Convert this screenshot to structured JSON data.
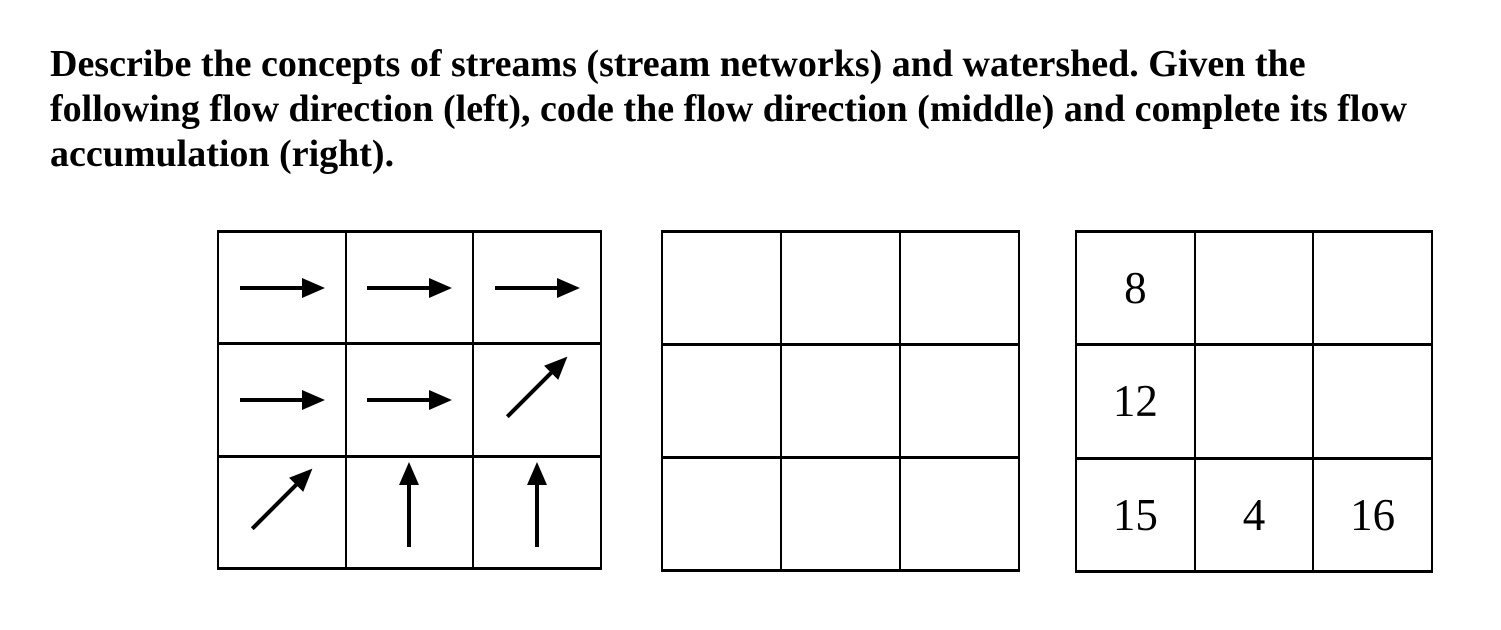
{
  "question": {
    "lines": [
      "Describe the concepts of streams (stream networks) and watershed. Given the",
      "following flow direction (left), code the flow direction (middle) and complete its flow",
      "accumulation (right)."
    ]
  },
  "colors": {
    "ink": "#000000",
    "background": "#ffffff"
  },
  "grids": [
    {
      "key": "flow_direction",
      "rows": 3,
      "cols": 3,
      "cells": [
        {
          "arrow": "right"
        },
        {
          "arrow": "right"
        },
        {
          "arrow": "right"
        },
        {
          "arrow": "right"
        },
        {
          "arrow": "right"
        },
        {
          "arrow": "up-right"
        },
        {
          "arrow": "up-right"
        },
        {
          "arrow": "up"
        },
        {
          "arrow": "up"
        }
      ]
    },
    {
      "key": "flow_direction_code",
      "rows": 3,
      "cols": 3,
      "cells": [
        {
          "text": ""
        },
        {
          "text": ""
        },
        {
          "text": ""
        },
        {
          "text": ""
        },
        {
          "text": ""
        },
        {
          "text": ""
        },
        {
          "text": ""
        },
        {
          "text": ""
        },
        {
          "text": ""
        }
      ]
    },
    {
      "key": "flow_accumulation",
      "rows": 3,
      "cols": 3,
      "cells": [
        {
          "text": "8"
        },
        {
          "text": ""
        },
        {
          "text": ""
        },
        {
          "text": "12"
        },
        {
          "text": ""
        },
        {
          "text": ""
        },
        {
          "text": "15"
        },
        {
          "text": "4"
        },
        {
          "text": "16"
        }
      ]
    }
  ]
}
